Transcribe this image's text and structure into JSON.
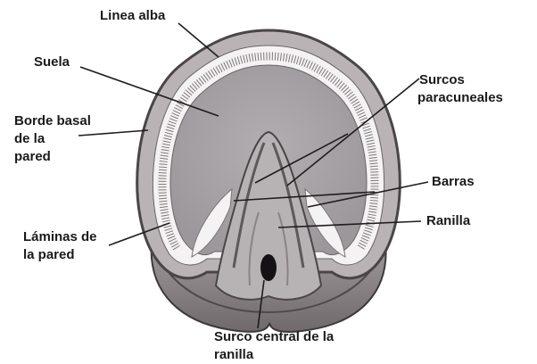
{
  "labels": {
    "linea_alba": "Linea alba",
    "suela": "Suela",
    "borde_basal_1": "Borde basal",
    "borde_basal_2": "de la",
    "borde_basal_3": "pared",
    "surcos_1": "Surcos",
    "surcos_2": "paracuneales",
    "barras": "Barras",
    "ranilla": "Ranilla",
    "laminas_1": "Láminas de",
    "laminas_2": "la pared",
    "surco_central_1": "Surco central de la",
    "surco_central_2": "ranilla"
  },
  "colors": {
    "wall": "#b9b3b5",
    "wall_edge": "#4a4547",
    "white_line": "#f4f2f2",
    "sole": "#a7a2a5",
    "frog": "#b7b2b4",
    "dark": "#141214",
    "leader": "#1e1c1d"
  }
}
